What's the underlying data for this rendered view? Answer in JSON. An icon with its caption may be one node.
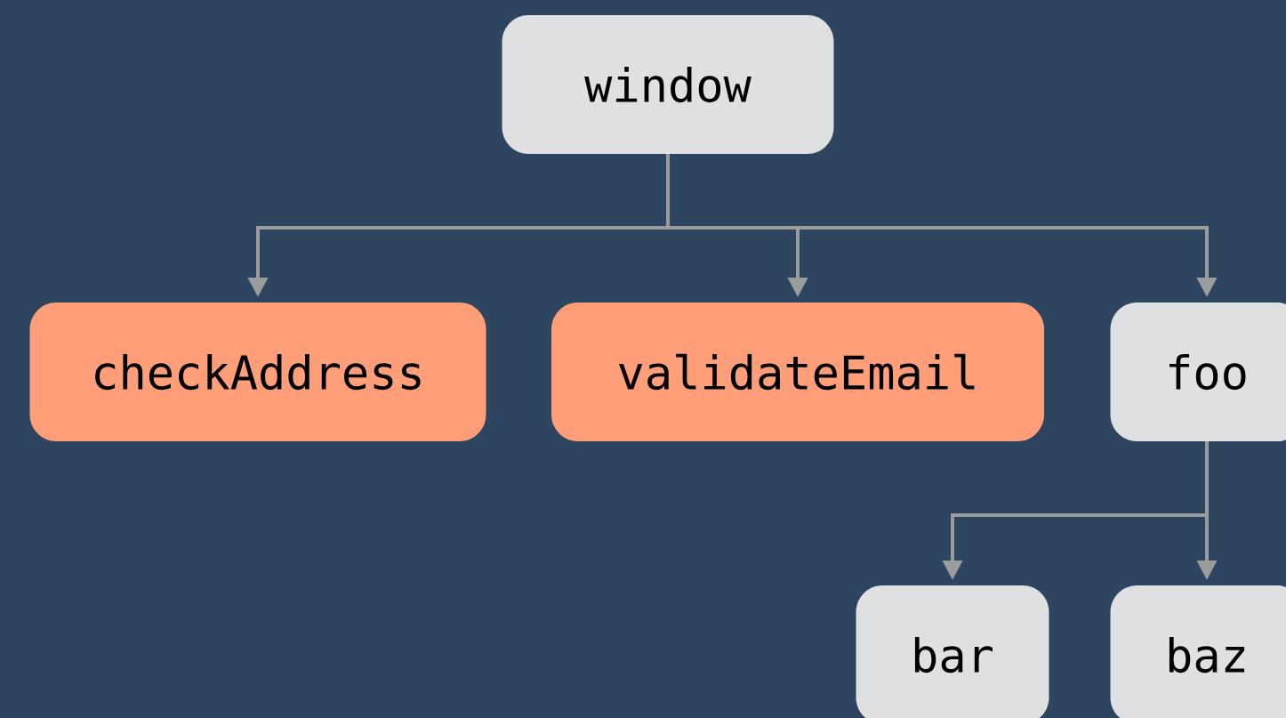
{
  "diagram": {
    "nodes": [
      {
        "text": [
          "window"
        ]
      },
      {
        "text": [
          "checkAddress"
        ]
      },
      {
        "text": [
          "validateEmail"
        ]
      },
      {
        "text": [
          "foo"
        ]
      },
      {
        "text": [
          "bar"
        ]
      },
      {
        "text": [
          "baz"
        ]
      }
    ],
    "edges": [
      {
        "from": 0,
        "to": 1,
        "arrow": "to"
      },
      {
        "from": 0,
        "to": 2,
        "arrow": "to"
      },
      {
        "from": 0,
        "to": 3,
        "arrow": "to"
      },
      {
        "from": 3,
        "to": 4,
        "arrow": "to"
      },
      {
        "from": 3,
        "to": 5,
        "arrow": "to"
      }
    ]
  }
}
